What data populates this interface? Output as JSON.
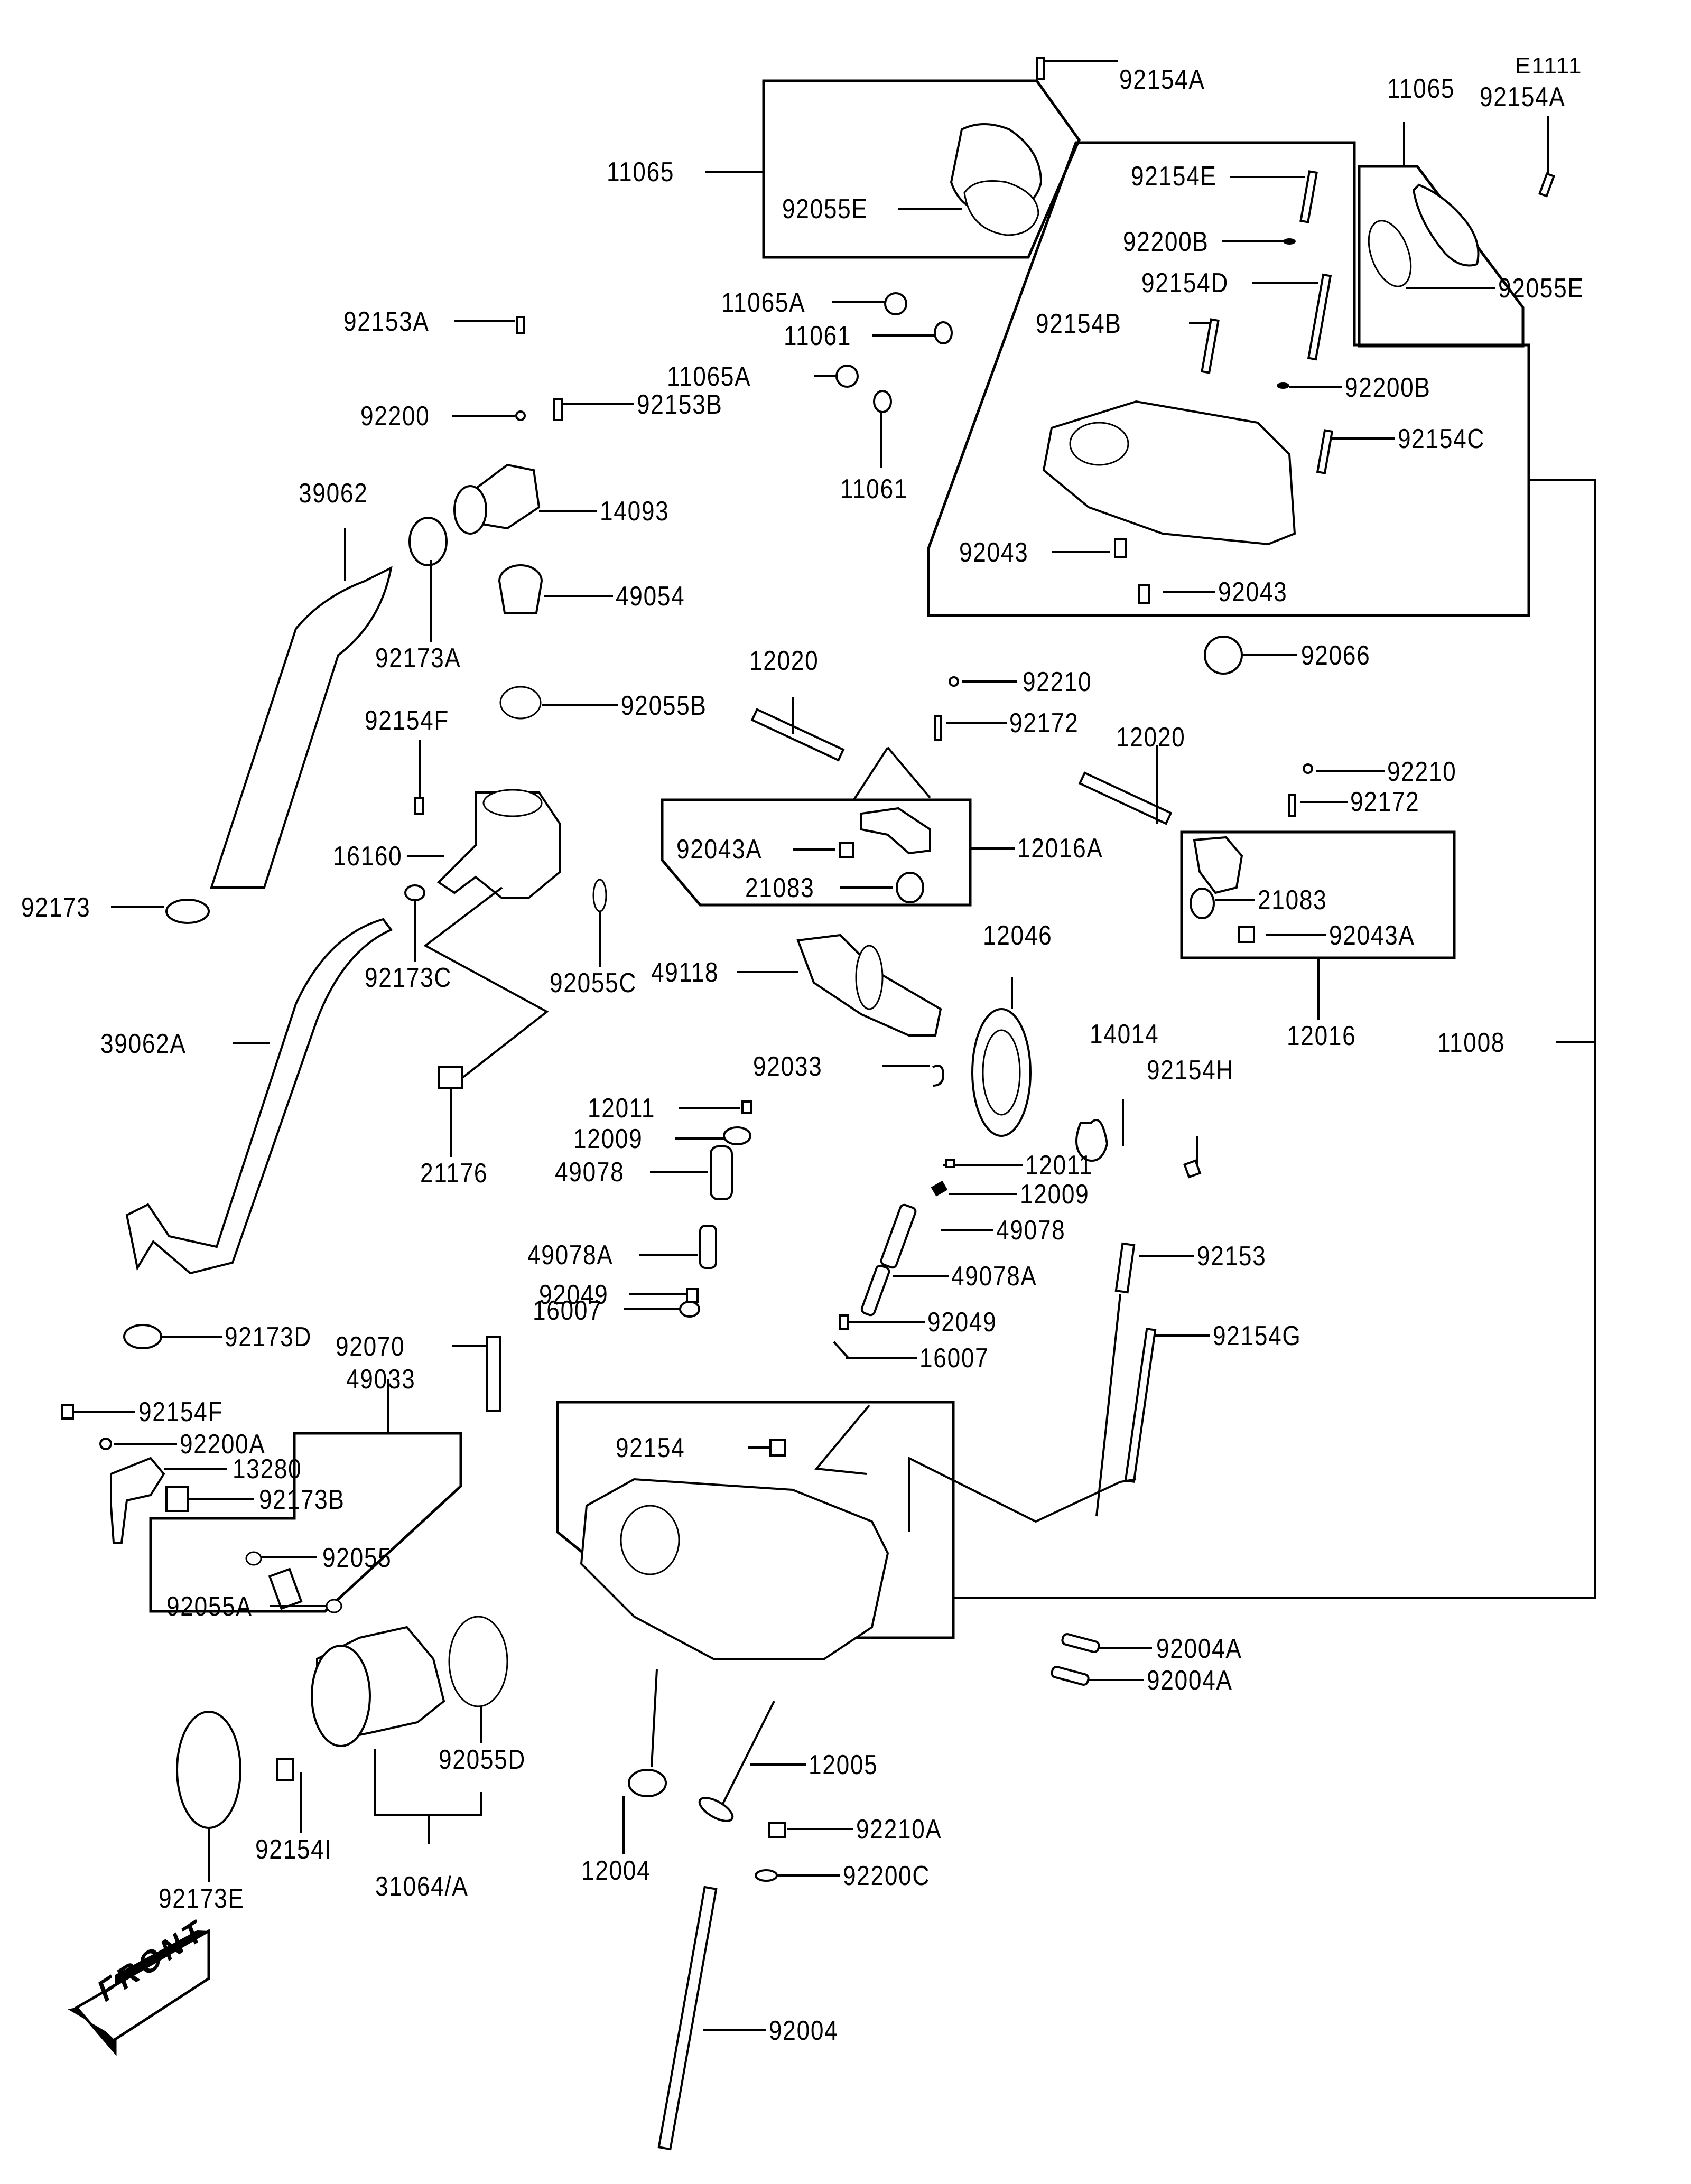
{
  "diagram": {
    "title_code": "E1111",
    "front_indicator": "FRONT",
    "labels": {
      "l92154A_top": "92154A",
      "l11065_left": "11065",
      "l92055E_left": "92055E",
      "l11065_right": "11065",
      "l92154A_right": "92154A",
      "l92055E_right": "92055E",
      "l92154E": "92154E",
      "l92200B_top": "92200B",
      "l92154D": "92154D",
      "l92154B": "92154B",
      "l92200B_mid": "92200B",
      "l92154C": "92154C",
      "l92043_a": "92043",
      "l92043_b": "92043",
      "l11065A_a": "11065A",
      "l11061_a": "11061",
      "l11065A_b": "11065A",
      "l11061_b": "11061",
      "l92153A": "92153A",
      "l92153B": "92153B",
      "l92200": "92200",
      "l39062": "39062",
      "l14093": "14093",
      "l92173A": "92173A",
      "l49054": "49054",
      "l92055B": "92055B",
      "l92154F_top": "92154F",
      "l16160": "16160",
      "l92173": "92173",
      "l92173C": "92173C",
      "l92055C": "92055C",
      "l39062A": "39062A",
      "l21176": "21176",
      "l92066": "92066",
      "l12020_left": "12020",
      "l92210_left": "92210",
      "l92172_left": "92172",
      "l12020_right": "12020",
      "l92210_right": "92210",
      "l92172_right": "92172",
      "l92043A_left": "92043A",
      "l12016A": "12016A",
      "l21083_left": "21083",
      "l21083_right": "21083",
      "l92043A_right": "92043A",
      "l12016": "12016",
      "l11008": "11008",
      "l49118": "49118",
      "l12046": "12046",
      "l92033": "92033",
      "l14014": "14014",
      "l92154H": "92154H",
      "l12011_left": "12011",
      "l12009_left": "12009",
      "l49078_left": "49078",
      "l49078A_left": "49078A",
      "l92049_left": "92049",
      "l16007_left": "16007",
      "l12011_right": "12011",
      "l12009_right": "12009",
      "l49078_right": "49078",
      "l49078A_right": "49078A",
      "l92049_right": "92049",
      "l16007_right": "16007",
      "l92153": "92153",
      "l92154G": "92154G",
      "l92173D": "92173D",
      "l92070": "92070",
      "l92154F_bottom": "92154F",
      "l92200A": "92200A",
      "l49033": "49033",
      "l13280": "13280",
      "l92173B": "92173B",
      "l92055": "92055",
      "l92055A": "92055A",
      "l92154": "92154",
      "l92004A_a": "92004A",
      "l92004A_b": "92004A",
      "l92055D": "92055D",
      "l12005": "12005",
      "l92210A": "92210A",
      "l92173E": "92173E",
      "l92154I": "92154I",
      "l31064A": "31064/A",
      "l12004": "12004",
      "l92200C": "92200C",
      "l92004": "92004"
    }
  }
}
